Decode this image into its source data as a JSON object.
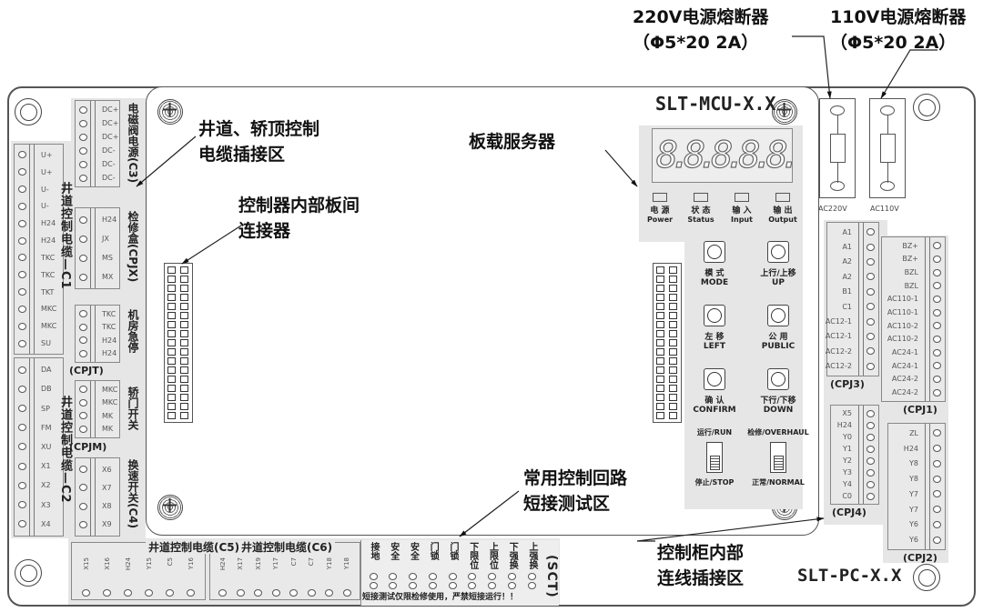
{
  "callouts": {
    "fuse220_title": "220V电源熔断器",
    "fuse220_spec": "（Φ5*20 2A）",
    "fuse110_title": "110V电源熔断器",
    "fuse110_spec": "（Φ5*20 2A）",
    "hoistway_line1": "井道、轿顶控制",
    "hoistway_line2": "电缆插接区",
    "interboard_line1": "控制器内部板间",
    "interboard_line2": "连接器",
    "onboard_server": "板载服务器",
    "shorting_line1": "常用控制回路",
    "shorting_line2": "短接测试区",
    "cabinet_line1": "控制柜内部",
    "cabinet_line2": "连线插接区"
  },
  "boards": {
    "mcu": "SLT-MCU-X.X",
    "pc": "SLT-PC-X.X"
  },
  "fuses": [
    {
      "label": "AC220V"
    },
    {
      "label": "AC110V"
    }
  ],
  "mcu": {
    "display": "8.8.8.8.8.",
    "leds": [
      {
        "cn": "电 源",
        "en": "Power"
      },
      {
        "cn": "状 态",
        "en": "Status"
      },
      {
        "cn": "输 入",
        "en": "Input"
      },
      {
        "cn": "输 出",
        "en": "Output"
      }
    ],
    "buttons": [
      {
        "cn": "模 式",
        "en": "MODE"
      },
      {
        "cn": "上行/上移",
        "en": "UP"
      },
      {
        "cn": "左 移",
        "en": "LEFT"
      },
      {
        "cn": "公 用",
        "en": "PUBLIC"
      },
      {
        "cn": "确 认",
        "en": "CONFIRM"
      },
      {
        "cn": "下行/下移",
        "en": "DOWN"
      }
    ],
    "switches": [
      {
        "top": "运行/RUN",
        "bottom": "停止/STOP"
      },
      {
        "top": "检修/OVERHAUL",
        "bottom": "正常/NORMAL"
      }
    ]
  },
  "connectors": {
    "c1": {
      "title": "井道控制电缆—C1",
      "pins": [
        "U+",
        "U+",
        "U-",
        "U-",
        "H24",
        "H24",
        "TKC",
        "TKC",
        "TKT",
        "MKC",
        "MKC",
        "SU"
      ]
    },
    "c2": {
      "title": "井道控制电缆—C2",
      "pins": [
        "DA",
        "DB",
        "SP",
        "FM",
        "XU",
        "X1",
        "X2",
        "X3",
        "X4"
      ]
    },
    "c3": {
      "title": "电磁阀电源(C3)",
      "pins": [
        "DC+",
        "DC+",
        "DC+",
        "DC-",
        "DC-",
        "DC-"
      ]
    },
    "cpjx": {
      "title": "检修盒(CPJX)",
      "pins": [
        "H24",
        "JX",
        "MS",
        "MX"
      ]
    },
    "cpjt": {
      "title": "机房急停",
      "code": "(CPJT)",
      "pins": [
        "TKC",
        "TKC",
        "H24",
        "H24"
      ]
    },
    "cpjm": {
      "title": "轿门开关",
      "code": "(CPJM)",
      "pins": [
        "MKC",
        "MKC",
        "MK",
        "MK"
      ]
    },
    "c4": {
      "title": "换速开关(C4)",
      "pins": [
        "X6",
        "X7",
        "X8",
        "X9"
      ]
    },
    "c5": {
      "title": "井道控制电缆(C5)",
      "pins": [
        "X15",
        "X16",
        "H24",
        "Y15",
        "C5",
        "Y16"
      ]
    },
    "c6": {
      "title": "井道控制电缆(C6)",
      "pins": [
        "H24",
        "X17",
        "X19",
        "Y17",
        "C7",
        "C7",
        "Y18",
        "Y18"
      ]
    },
    "cpj3": {
      "code": "(CPJ3)",
      "pins": [
        "A1",
        "A1",
        "A2",
        "A2",
        "B1",
        "C1",
        "AC12-1",
        "AC12-1",
        "AC12-2",
        "AC12-2"
      ]
    },
    "cpj1": {
      "code": "(CPJ1)",
      "pins": [
        "BZ+",
        "BZ+",
        "BZL",
        "BZL",
        "AC110-1",
        "AC110-1",
        "AC110-2",
        "AC110-2",
        "AC24-1",
        "AC24-1",
        "AC24-2",
        "AC24-2"
      ]
    },
    "cpj4": {
      "code": "(CPJ4)",
      "pins": [
        "X5",
        "H24",
        "Y0",
        "Y1",
        "Y2",
        "Y3",
        "Y4",
        "C0"
      ]
    },
    "cpj2": {
      "code": "(CPJ2)",
      "pins": [
        "ZL",
        "H24",
        "Y8",
        "Y8",
        "Y7",
        "Y7",
        "Y6",
        "Y6"
      ]
    }
  },
  "sct": {
    "code": "(SCT)",
    "labels": [
      "接地",
      "安全",
      "安全",
      "门锁",
      "门锁",
      "下限位",
      "上限位",
      "下强换",
      "上强换"
    ],
    "warning": "短接测试仅限检修使用，严禁短接运行！！"
  }
}
